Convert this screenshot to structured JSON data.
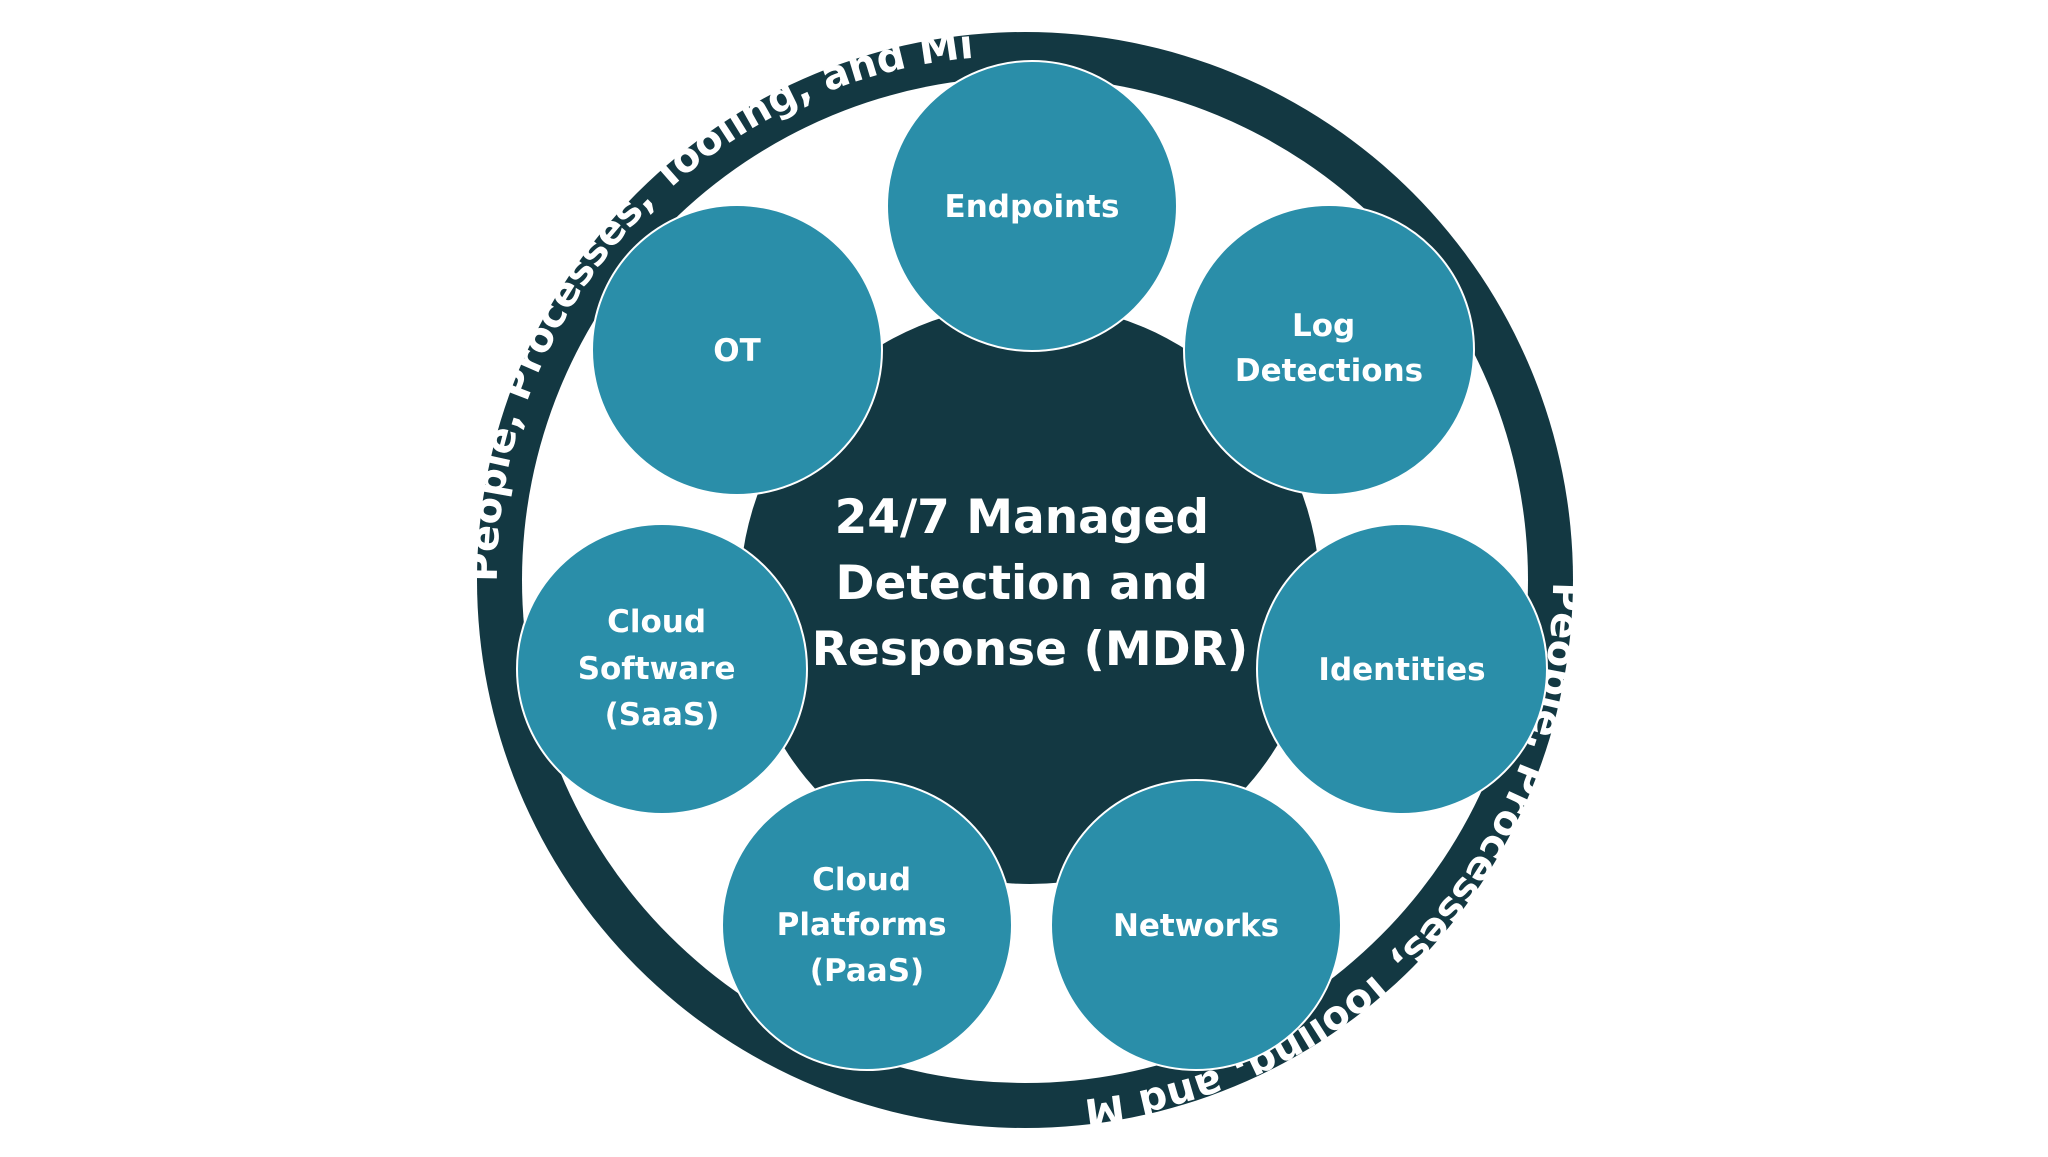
{
  "colors": {
    "ring": "#133842",
    "hub": "#133842",
    "node": "#2a8ea9",
    "node_stroke": "#ffffff",
    "text": "#ffffff",
    "background": "#ffffff"
  },
  "ring": {
    "text_upper": "People, Processes, Tooling, and Mindset",
    "text_lower": "People, Processes, Tooling, and Mindset"
  },
  "hub": {
    "lines": [
      "24/7 Managed",
      "Detection and",
      "Response (MDR)"
    ]
  },
  "nodes": [
    {
      "id": "endpoints",
      "lines": [
        "Endpoints"
      ]
    },
    {
      "id": "log-detections",
      "lines": [
        "Log",
        "Detections"
      ]
    },
    {
      "id": "identities",
      "lines": [
        "Identities"
      ]
    },
    {
      "id": "networks",
      "lines": [
        "Networks"
      ]
    },
    {
      "id": "cloud-platforms",
      "lines": [
        "Cloud",
        "Platforms",
        "(PaaS)"
      ]
    },
    {
      "id": "cloud-software",
      "lines": [
        "Cloud",
        "Software",
        "(SaaS)"
      ]
    },
    {
      "id": "ot",
      "lines": [
        "OT"
      ]
    }
  ]
}
